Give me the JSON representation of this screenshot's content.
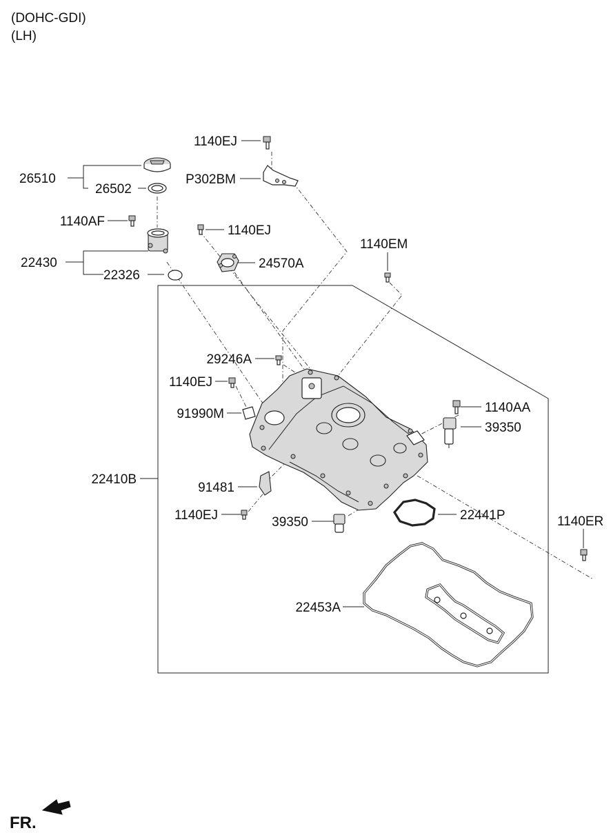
{
  "header": {
    "line1": "(DOHC-GDI)",
    "line2": "(LH)"
  },
  "footer": {
    "direction_label": "FR."
  },
  "parts": {
    "p_1140EJ_top": "1140EJ",
    "p_26510": "26510",
    "p_26502": "26502",
    "p_P302BM": "P302BM",
    "p_1140AF": "1140AF",
    "p_1140EJ_b": "1140EJ",
    "p_1140EM": "1140EM",
    "p_22430": "22430",
    "p_24570A": "24570A",
    "p_22326": "22326",
    "p_29246A": "29246A",
    "p_1140EJ_c": "1140EJ",
    "p_1140AA": "1140AA",
    "p_91990M": "91990M",
    "p_39350_r": "39350",
    "p_22410B": "22410B",
    "p_91481": "91481",
    "p_1140EJ_d": "1140EJ",
    "p_22441P": "22441P",
    "p_39350_b": "39350",
    "p_1140ER": "1140ER",
    "p_22453A": "22453A"
  }
}
